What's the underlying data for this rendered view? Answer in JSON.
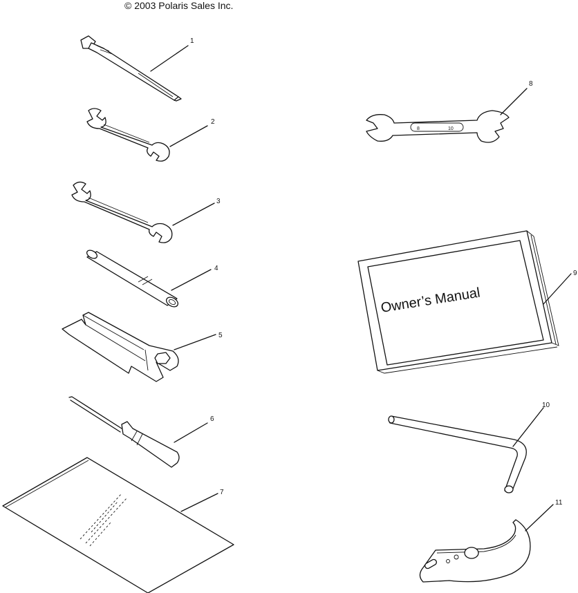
{
  "header": {
    "copyright": "© 2003 Polaris Sales Inc."
  },
  "parts": [
    {
      "ref": "1"
    },
    {
      "ref": "2"
    },
    {
      "ref": "3"
    },
    {
      "ref": "4"
    },
    {
      "ref": "5"
    },
    {
      "ref": "6"
    },
    {
      "ref": "7"
    },
    {
      "ref": "8",
      "marks": [
        "8",
        "10"
      ]
    },
    {
      "ref": "9",
      "cover_text": "Owner’s Manual"
    },
    {
      "ref": "10"
    },
    {
      "ref": "11"
    }
  ]
}
